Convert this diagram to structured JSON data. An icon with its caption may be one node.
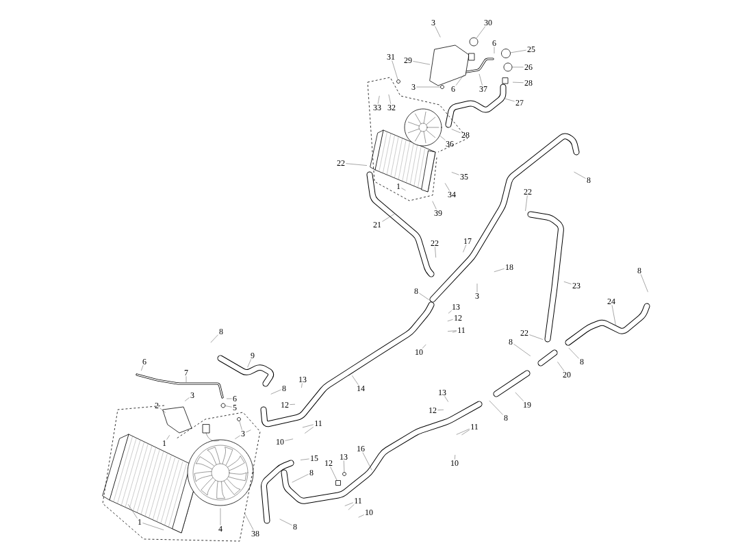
{
  "diagram": {
    "nodes": [
      {
        "text": [
          "3"
        ]
      },
      {
        "text": [
          "30"
        ]
      },
      {
        "text": [
          "31"
        ]
      },
      {
        "text": [
          "29"
        ]
      },
      {
        "text": [
          "6"
        ]
      },
      {
        "text": [
          "25"
        ]
      },
      {
        "text": [
          "26"
        ]
      },
      {
        "text": [
          "3"
        ]
      },
      {
        "text": [
          "6"
        ]
      },
      {
        "text": [
          "37"
        ]
      },
      {
        "text": [
          "28"
        ]
      },
      {
        "text": [
          "33"
        ]
      },
      {
        "text": [
          "32"
        ]
      },
      {
        "text": [
          "27"
        ]
      },
      {
        "text": [
          "28"
        ]
      },
      {
        "text": [
          "36"
        ]
      },
      {
        "text": [
          "22"
        ]
      },
      {
        "text": [
          "35"
        ]
      },
      {
        "text": [
          "8"
        ]
      },
      {
        "text": [
          "1"
        ]
      },
      {
        "text": [
          "34"
        ]
      },
      {
        "text": [
          "22"
        ]
      },
      {
        "text": [
          "39"
        ]
      },
      {
        "text": [
          "21"
        ]
      },
      {
        "text": [
          "22"
        ]
      },
      {
        "text": [
          "17"
        ]
      },
      {
        "text": [
          "18"
        ]
      },
      {
        "text": [
          "3"
        ]
      },
      {
        "text": [
          "23"
        ]
      },
      {
        "text": [
          "24"
        ]
      },
      {
        "text": [
          "8"
        ]
      },
      {
        "text": [
          "8"
        ]
      },
      {
        "text": [
          "13"
        ]
      },
      {
        "text": [
          "12"
        ]
      },
      {
        "text": [
          "11"
        ]
      },
      {
        "text": [
          "10"
        ]
      },
      {
        "text": [
          "8"
        ]
      },
      {
        "text": [
          "9"
        ]
      },
      {
        "text": [
          "6"
        ]
      },
      {
        "text": [
          "7"
        ]
      },
      {
        "text": [
          "3"
        ]
      },
      {
        "text": [
          "6"
        ]
      },
      {
        "text": [
          "2"
        ]
      },
      {
        "text": [
          "5"
        ]
      },
      {
        "text": [
          "8"
        ]
      },
      {
        "text": [
          "13"
        ]
      },
      {
        "text": [
          "12"
        ]
      },
      {
        "text": [
          "14"
        ]
      },
      {
        "text": [
          "11"
        ]
      },
      {
        "text": [
          "3"
        ]
      },
      {
        "text": [
          "1"
        ]
      },
      {
        "text": [
          "10"
        ]
      },
      {
        "text": [
          "13"
        ]
      },
      {
        "text": [
          "12"
        ]
      },
      {
        "text": [
          "8"
        ]
      },
      {
        "text": [
          "19"
        ]
      },
      {
        "text": [
          "22"
        ]
      },
      {
        "text": [
          "8"
        ]
      },
      {
        "text": [
          "20"
        ]
      },
      {
        "text": [
          "8"
        ]
      },
      {
        "text": [
          "11"
        ]
      },
      {
        "text": [
          "10"
        ]
      },
      {
        "text": [
          "15"
        ]
      },
      {
        "text": [
          "8"
        ]
      },
      {
        "text": [
          "16"
        ]
      },
      {
        "text": [
          "12"
        ]
      },
      {
        "text": [
          "13"
        ]
      },
      {
        "text": [
          "11"
        ]
      },
      {
        "text": [
          "10"
        ]
      },
      {
        "text": [
          "8"
        ]
      },
      {
        "text": [
          "1"
        ]
      },
      {
        "text": [
          "4"
        ]
      },
      {
        "text": [
          "38"
        ]
      },
      {
        "text": [],
        "shape": "circle"
      },
      {
        "text": [],
        "shape": "circle"
      },
      {
        "text": [],
        "shape": "circle"
      },
      {
        "text": [],
        "shape": "circle"
      },
      {
        "text": [],
        "shape": "circle"
      },
      {
        "text": [],
        "shape": "circle"
      },
      {
        "text": [],
        "shape": "circle"
      },
      {
        "text": [],
        "shape": "circle"
      },
      {
        "text": [],
        "shape": "box"
      }
    ],
    "edges": [
      {
        "from": 0,
        "to": null,
        "arrow": "none"
      },
      {
        "from": 1,
        "to": 73,
        "arrow": "none"
      },
      {
        "from": 2,
        "to": 74,
        "arrow": "none"
      },
      {
        "from": 3,
        "to": null,
        "arrow": "none"
      },
      {
        "from": 4,
        "to": null,
        "arrow": "none"
      },
      {
        "from": 5,
        "to": 75,
        "arrow": "none"
      },
      {
        "from": 6,
        "to": 76,
        "arrow": "none"
      },
      {
        "from": 7,
        "to": 77,
        "arrow": "none"
      },
      {
        "from": 8,
        "to": null,
        "arrow": "none"
      },
      {
        "from": 9,
        "to": null,
        "arrow": "none"
      },
      {
        "from": 10,
        "to": null,
        "arrow": "none"
      },
      {
        "from": 11,
        "to": null,
        "arrow": "none"
      },
      {
        "from": 12,
        "to": null,
        "arrow": "none"
      },
      {
        "from": 13,
        "to": null,
        "arrow": "none"
      },
      {
        "from": 14,
        "to": null,
        "arrow": "none"
      },
      {
        "from": 15,
        "to": null,
        "arrow": "none"
      },
      {
        "from": 16,
        "to": null,
        "arrow": "none"
      },
      {
        "from": 17,
        "to": null,
        "arrow": "none"
      },
      {
        "from": 18,
        "to": null,
        "arrow": "none"
      },
      {
        "from": 19,
        "to": null,
        "arrow": "none"
      },
      {
        "from": 20,
        "to": null,
        "arrow": "none"
      },
      {
        "from": 21,
        "to": null,
        "arrow": "none"
      },
      {
        "from": 22,
        "to": null,
        "arrow": "none"
      },
      {
        "from": 23,
        "to": null,
        "arrow": "none"
      },
      {
        "from": 24,
        "to": null,
        "arrow": "none"
      },
      {
        "from": 25,
        "to": null,
        "arrow": "none"
      },
      {
        "from": 26,
        "to": null,
        "arrow": "none"
      },
      {
        "from": 27,
        "to": null,
        "arrow": "none"
      },
      {
        "from": 28,
        "to": null,
        "arrow": "none"
      },
      {
        "from": 29,
        "to": null,
        "arrow": "none"
      },
      {
        "from": 30,
        "to": null,
        "arrow": "none"
      },
      {
        "from": 31,
        "to": null,
        "arrow": "none"
      },
      {
        "from": 32,
        "to": null,
        "arrow": "none"
      },
      {
        "from": 33,
        "to": null,
        "arrow": "none"
      },
      {
        "from": 34,
        "to": null,
        "arrow": "none"
      },
      {
        "from": 34,
        "to": null,
        "arrow": "none"
      },
      {
        "from": 35,
        "to": null,
        "arrow": "none"
      },
      {
        "from": 36,
        "to": null,
        "arrow": "none"
      },
      {
        "from": 37,
        "to": null,
        "arrow": "none"
      },
      {
        "from": 38,
        "to": null,
        "arrow": "none"
      },
      {
        "from": 39,
        "to": null,
        "arrow": "none"
      },
      {
        "from": 40,
        "to": null,
        "arrow": "none"
      },
      {
        "from": 41,
        "to": null,
        "arrow": "none"
      },
      {
        "from": 42,
        "to": null,
        "arrow": "none"
      },
      {
        "from": 43,
        "to": 78,
        "arrow": "none"
      },
      {
        "from": 44,
        "to": null,
        "arrow": "none"
      },
      {
        "from": 45,
        "to": null,
        "arrow": "none"
      },
      {
        "from": 46,
        "to": null,
        "arrow": "none"
      },
      {
        "from": 47,
        "to": null,
        "arrow": "none"
      },
      {
        "from": 48,
        "to": null,
        "arrow": "none"
      },
      {
        "from": 48,
        "to": null,
        "arrow": "none"
      },
      {
        "from": 49,
        "to": 79,
        "arrow": "none"
      },
      {
        "from": 49,
        "to": null,
        "arrow": "none"
      },
      {
        "from": 49,
        "to": null,
        "arrow": "none"
      },
      {
        "from": 50,
        "to": null,
        "arrow": "none"
      },
      {
        "from": 51,
        "to": null,
        "arrow": "none"
      },
      {
        "from": 52,
        "to": null,
        "arrow": "none"
      },
      {
        "from": 53,
        "to": null,
        "arrow": "none"
      },
      {
        "from": 54,
        "to": null,
        "arrow": "none"
      },
      {
        "from": 55,
        "to": null,
        "arrow": "none"
      },
      {
        "from": 56,
        "to": null,
        "arrow": "none"
      },
      {
        "from": 57,
        "to": null,
        "arrow": "none"
      },
      {
        "from": 58,
        "to": null,
        "arrow": "none"
      },
      {
        "from": 59,
        "to": null,
        "arrow": "none"
      },
      {
        "from": 60,
        "to": null,
        "arrow": "none"
      },
      {
        "from": 60,
        "to": null,
        "arrow": "none"
      },
      {
        "from": 61,
        "to": null,
        "arrow": "none"
      },
      {
        "from": 62,
        "to": null,
        "arrow": "none"
      },
      {
        "from": 63,
        "to": null,
        "arrow": "none"
      },
      {
        "from": 64,
        "to": null,
        "arrow": "none"
      },
      {
        "from": 65,
        "to": 81,
        "arrow": "none"
      },
      {
        "from": 66,
        "to": 80,
        "arrow": "none"
      },
      {
        "from": 67,
        "to": null,
        "arrow": "none"
      },
      {
        "from": 67,
        "to": null,
        "arrow": "none"
      },
      {
        "from": 68,
        "to": null,
        "arrow": "none"
      },
      {
        "from": 69,
        "to": null,
        "arrow": "none"
      },
      {
        "from": 70,
        "to": null,
        "arrow": "none"
      },
      {
        "from": 70,
        "to": null,
        "arrow": "none"
      },
      {
        "from": 71,
        "to": null,
        "arrow": "none"
      },
      {
        "from": 72,
        "to": null,
        "arrow": "none"
      }
    ]
  }
}
